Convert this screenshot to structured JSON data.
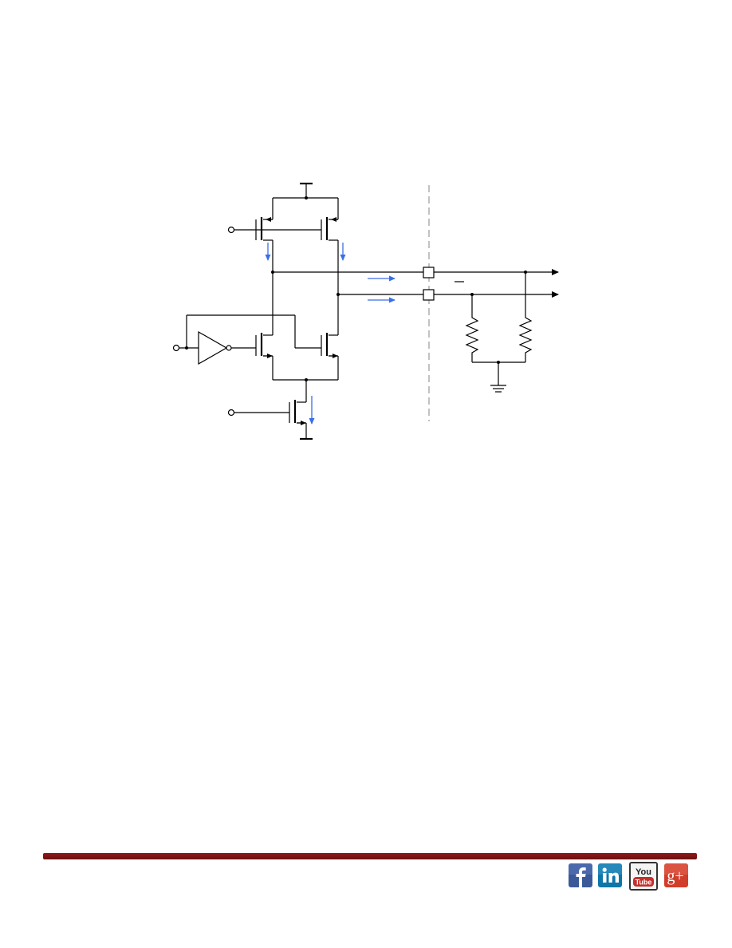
{
  "colors": {
    "current_arrow": "#3a6ee8",
    "footer_bar": "#7a1414",
    "facebook": "#3b5998",
    "linkedin": "#0e76a8",
    "youtube": "#c4302b",
    "googleplus": "#d13d2b"
  },
  "footer": {
    "social_icons": [
      "facebook-icon",
      "linkedin-icon",
      "youtube-icon",
      "google-plus-icon"
    ],
    "youtube_text_top": "You",
    "youtube_text_bottom": "Tube",
    "googleplus_text": "g+"
  }
}
